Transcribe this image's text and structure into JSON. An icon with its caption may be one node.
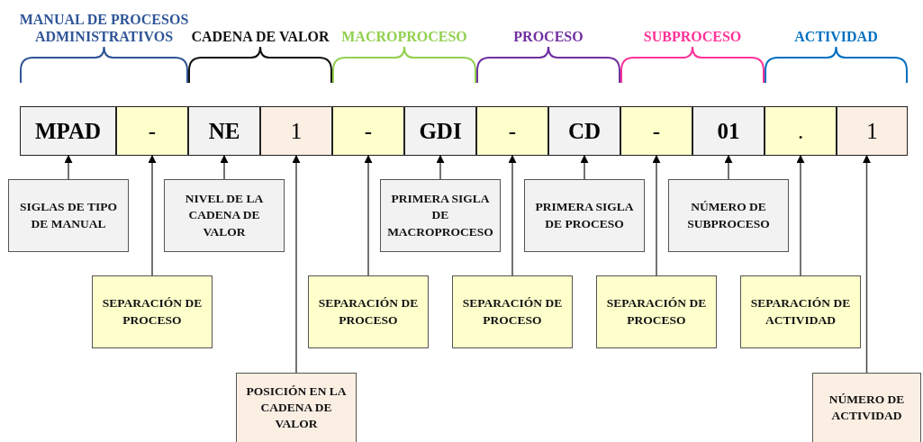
{
  "diagram": {
    "nodes": [
      {
        "text": [
          "MPAD"
        ]
      },
      {
        "text": [
          "-"
        ]
      },
      {
        "text": [
          "NE"
        ]
      },
      {
        "text": [
          "1"
        ]
      },
      {
        "text": [
          "-"
        ]
      },
      {
        "text": [
          "GDI"
        ]
      },
      {
        "text": [
          "-"
        ]
      },
      {
        "text": [
          "CD"
        ]
      },
      {
        "text": [
          "-"
        ]
      },
      {
        "text": [
          "01"
        ]
      },
      {
        "text": [
          "."
        ]
      },
      {
        "text": [
          "1"
        ]
      },
      {
        "text": [
          "SIGLAS DE TIPO DE MANUAL"
        ]
      },
      {
        "text": [
          "SEPARACIÓN DE PROCESO"
        ]
      },
      {
        "text": [
          "NIVEL DE LA CADENA DE VALOR"
        ]
      },
      {
        "text": [
          "POSICIÓN EN LA CADENA DE VALOR"
        ]
      },
      {
        "text": [
          "SEPARACIÓN DE PROCESO"
        ]
      },
      {
        "text": [
          "PRIMERA SIGLA DE MACROPROCESO"
        ]
      },
      {
        "text": [
          "SEPARACIÓN DE PROCESO"
        ]
      },
      {
        "text": [
          "PRIMERA SIGLA DE PROCESO"
        ]
      },
      {
        "text": [
          "SEPARACIÓN DE PROCESO"
        ]
      },
      {
        "text": [
          "NÚMERO DE SUBPROCESO"
        ]
      },
      {
        "text": [
          "SEPARACIÓN DE ACTIVIDAD"
        ]
      },
      {
        "text": [
          "NÚMERO DE ACTIVIDAD"
        ]
      }
    ],
    "edges": [
      {
        "from": 12,
        "to": 0,
        "arrow": "to"
      },
      {
        "from": 13,
        "to": 1,
        "arrow": "to"
      },
      {
        "from": 14,
        "to": 2,
        "arrow": "to"
      },
      {
        "from": 15,
        "to": 3,
        "arrow": "to"
      },
      {
        "from": 16,
        "to": 4,
        "arrow": "to"
      },
      {
        "from": 17,
        "to": 5,
        "arrow": "to"
      },
      {
        "from": 18,
        "to": 6,
        "arrow": "to"
      },
      {
        "from": 19,
        "to": 7,
        "arrow": "to"
      },
      {
        "from": 20,
        "to": 8,
        "arrow": "to"
      },
      {
        "from": 21,
        "to": 9,
        "arrow": "to"
      },
      {
        "from": 22,
        "to": 10,
        "arrow": "to"
      },
      {
        "from": 23,
        "to": 11,
        "arrow": "to"
      }
    ],
    "labels": [
      "MANUAL DE PROCESOS ADMINISTRATIVOS",
      "CADENA DE VALOR",
      "MACROPROCESO",
      "PROCESO",
      "SUBPROCESO",
      "ACTIVIDAD"
    ]
  }
}
